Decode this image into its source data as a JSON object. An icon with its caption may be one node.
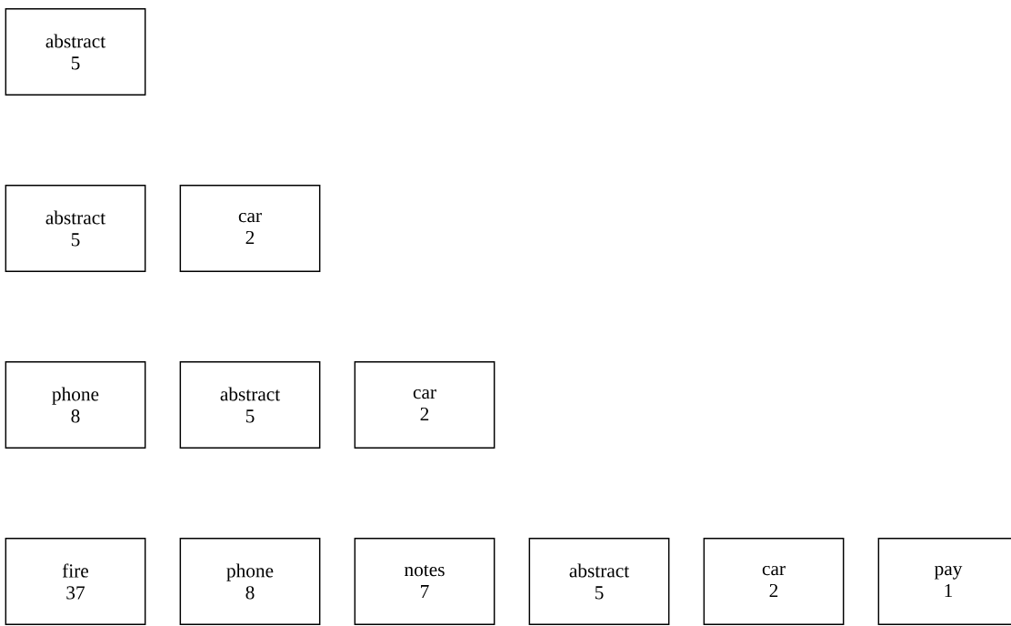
{
  "diagram": {
    "nodes": [
      {
        "text": [
          "abstract",
          "5"
        ]
      },
      {
        "text": [
          "abstract",
          "5"
        ]
      },
      {
        "text": [
          "car",
          "2"
        ]
      },
      {
        "text": [
          "phone",
          "8"
        ]
      },
      {
        "text": [
          "abstract",
          "5"
        ]
      },
      {
        "text": [
          "car",
          "2"
        ]
      },
      {
        "text": [
          "fire",
          "37"
        ]
      },
      {
        "text": [
          "phone",
          "8"
        ]
      },
      {
        "text": [
          "notes",
          "7"
        ]
      },
      {
        "text": [
          "abstract",
          "5"
        ]
      },
      {
        "text": [
          "car",
          "2"
        ]
      },
      {
        "text": [
          "pay",
          "1"
        ]
      }
    ]
  }
}
